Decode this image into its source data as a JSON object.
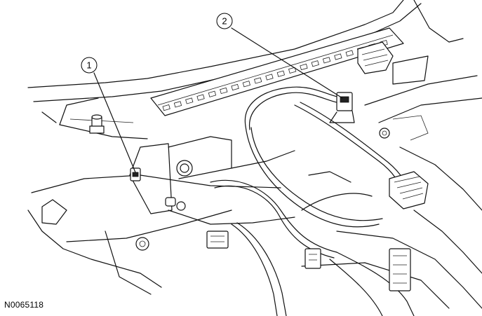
{
  "figure_id": "N0065118",
  "callouts": [
    {
      "number": "1"
    },
    {
      "number": "2"
    }
  ]
}
